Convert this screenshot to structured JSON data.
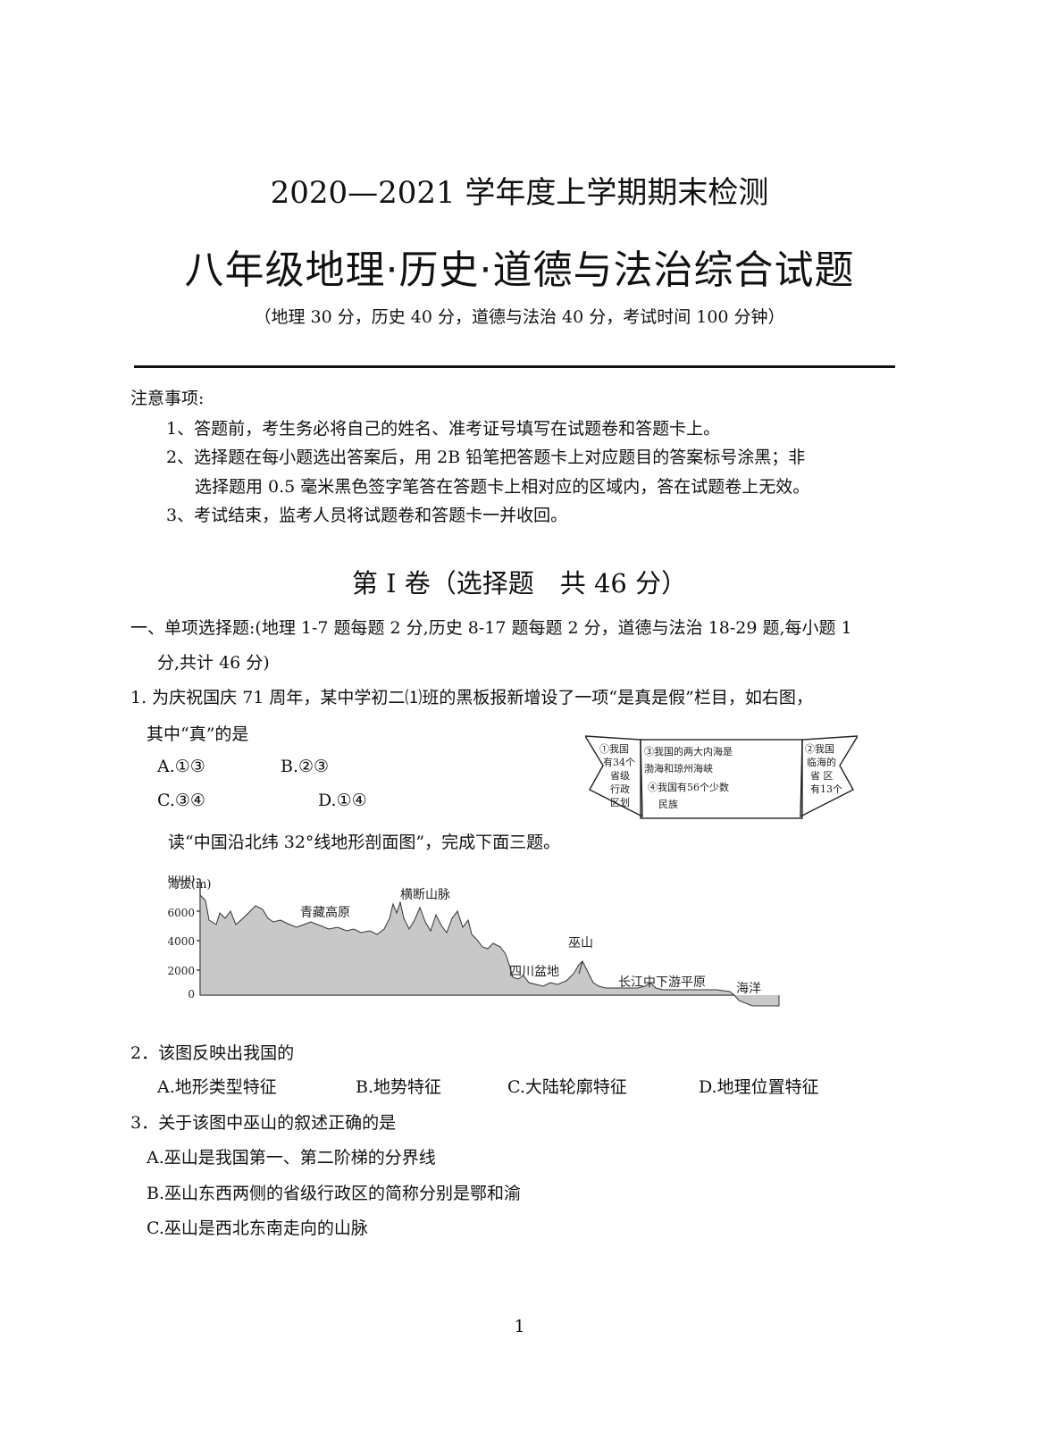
{
  "header": {
    "title_line1": "2020—2021 学年度上学期期末检测",
    "title_line2": "八年级地理·历史·道德与法治综合试题",
    "subtitle": "（地理 30 分，历史 40 分，道德与法治 40 分，考试时间 100 分钟）"
  },
  "notice": {
    "heading": "注意事项:",
    "items": [
      "1、答题前，考生务必将自己的姓名、准考证号填写在试题卷和答题卡上。",
      "2、选择题在每小题选出答案后，用 2B 铅笔把答题卡上对应题目的答案标号涂黑；非",
      "选择题用 0.5 毫米黑色签字笔答在答题卡上相对应的区域内，答在试题卷上无效。",
      "3、考试结束，监考人员将试题卷和答题卡一并收回。"
    ]
  },
  "section_title": "第 I 卷（选择题　共 46 分）",
  "part1": {
    "line1": "一、单项选择题:(地理 1-7 题每题 2 分,历史 8-17 题每题 2 分，道德与法治 18-29 题,每小题 1",
    "line2": "分,共计 46 分)"
  },
  "q1": {
    "stem1": "1. 为庆祝国庆 71 周年，某中学初二⑴班的黑板报新增设了一项“是真是假”栏目，如右图，",
    "stem2": "其中“真”的是",
    "optA": "A.①③",
    "optB": "B.②③",
    "optC": "C.③④",
    "optD": "D.①④"
  },
  "blackboard": {
    "left_lines": [
      "①我国",
      "有34个",
      "省级",
      "行政",
      "区划"
    ],
    "center_lines": [
      "③我国的两大内海是",
      "渤海和琼州海峡",
      "④我国有56个少数",
      "民族"
    ],
    "right_lines": [
      "②我国",
      "临海的",
      "省 区",
      "有13个"
    ]
  },
  "reading": "读“中国沿北纬 32°线地形剖面图”，完成下面三题。",
  "profile": {
    "ylabel": "海拔(m)",
    "yticks": [
      "8000",
      "6000",
      "4000",
      "2000",
      "0"
    ],
    "labels": {
      "qingzang": "青藏高原",
      "hengduan": "横断山脉",
      "wushan": "巫山",
      "sichuan": "四川盆地",
      "changjiang": "长江中下游平原",
      "haiyang": "海洋"
    },
    "ylim": [
      0,
      8000
    ],
    "fill_color": "#c8c8c8"
  },
  "q2": {
    "stem": "2．该图反映出我国的",
    "optA": "A.地形类型特征",
    "optB": "B.地势特征",
    "optC": "C.大陆轮廓特征",
    "optD": "D.地理位置特征"
  },
  "q3": {
    "stem": "3．关于该图中巫山的叙述正确的是",
    "optA": "A.巫山是我国第一、第二阶梯的分界线",
    "optB": "B.巫山东西两侧的省级行政区的简称分别是鄂和渝",
    "optC": "C.巫山是西北东南走向的山脉"
  },
  "page_number": "1"
}
